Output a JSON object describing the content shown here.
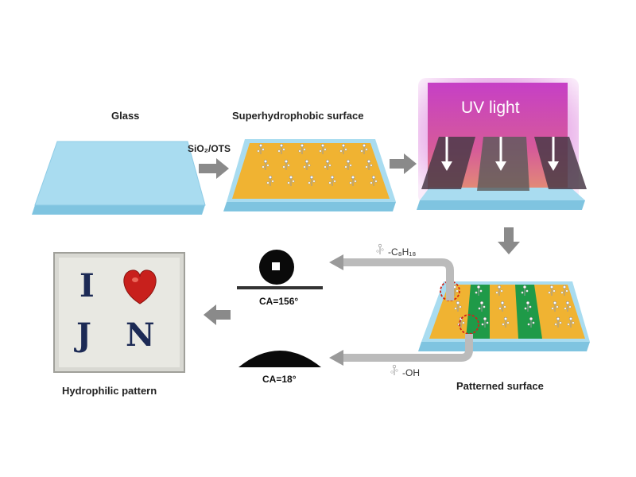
{
  "labels": {
    "glass": "Glass",
    "superhydrophobic": "Superhydrophobic surface",
    "reagent": "SiO₂/OTS",
    "uv": "UV light",
    "patterned": "Patterned surface",
    "hydrophilic": "Hydrophilic pattern",
    "ca_high": "CA=156°",
    "ca_low": "CA=18°",
    "group_alkyl": "-C₈H₁₈",
    "group_oh": "-OH"
  },
  "pattern_letters": [
    "I",
    "J",
    "N"
  ],
  "colors": {
    "glass": "#a9dcf0",
    "coating": "#f0b332",
    "uv": "#c43cc4",
    "hydrophilic_stripe": "#1f9a48",
    "arrow": "#8a8a8a",
    "heart": "#c8201c",
    "letters": "#1c2a55"
  }
}
